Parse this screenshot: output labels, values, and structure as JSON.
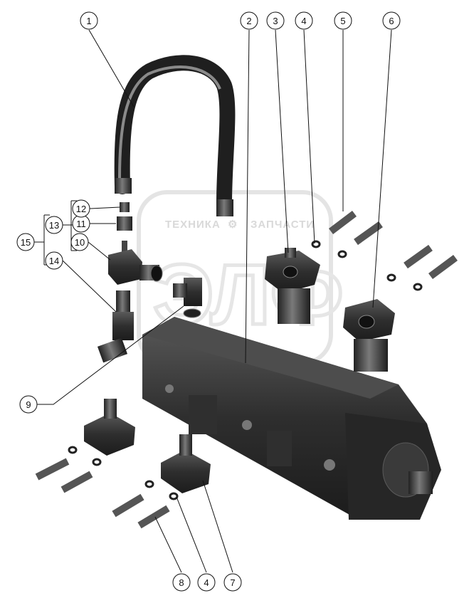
{
  "watermark": {
    "left_word": "ТЕХНИКА",
    "right_word": "ЗАПЧАСТИ",
    "logo_letters": "ЭЛФ"
  },
  "callouts": [
    {
      "id": "c1",
      "label": "1"
    },
    {
      "id": "c2",
      "label": "2"
    },
    {
      "id": "c3",
      "label": "3"
    },
    {
      "id": "c4",
      "label": "4"
    },
    {
      "id": "c5",
      "label": "5"
    },
    {
      "id": "c6",
      "label": "6"
    },
    {
      "id": "c7",
      "label": "7"
    },
    {
      "id": "c8",
      "label": "8"
    },
    {
      "id": "c9",
      "label": "9"
    },
    {
      "id": "c10",
      "label": "10"
    },
    {
      "id": "c11",
      "label": "11"
    },
    {
      "id": "c12",
      "label": "12"
    },
    {
      "id": "c13",
      "label": "13"
    },
    {
      "id": "c14",
      "label": "14"
    },
    {
      "id": "c15",
      "label": "15"
    },
    {
      "id": "c4b",
      "label": "4"
    }
  ],
  "colors": {
    "part_dark": "#2a2a2a",
    "part_mid": "#4a4a4a",
    "part_light": "#6e6e6e",
    "highlight": "#9a9a9a",
    "watermark": "#d9d9d9",
    "line": "#111111"
  }
}
